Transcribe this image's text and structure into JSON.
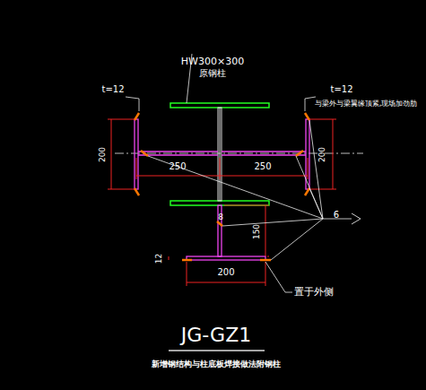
{
  "diagram": {
    "title": "JG-GZ1",
    "caption": "新增钢结构与柱底板焊接做法附钢柱",
    "labels": [
      "HW300×300",
      "原钢柱",
      "t=12",
      "t=12",
      "与梁外与梁翼缘顶紧,现场加劲肋",
      "200",
      "250",
      "250",
      "200",
      "8",
      "150",
      "12",
      "200",
      "置于外侧",
      "6"
    ]
  }
}
